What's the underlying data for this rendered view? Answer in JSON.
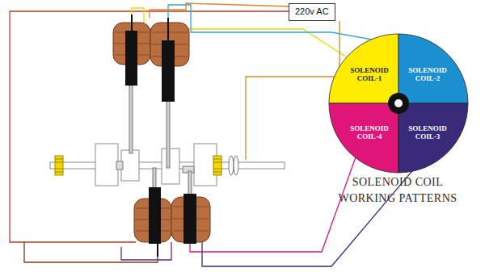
{
  "diagram": {
    "nodes": [
      {
        "text": [
          "220v AC"
        ]
      },
      {
        "text": [
          "SOLENOID COIL-1"
        ]
      },
      {
        "text": [
          "SOLENOID COIL-2"
        ]
      },
      {
        "text": [
          "SOLENOID COIL-4"
        ]
      },
      {
        "text": [
          "SOLENOID COIL-3"
        ]
      }
    ],
    "labels": [
      "SOLENOID COIL WORKING PATTERNS"
    ]
  }
}
